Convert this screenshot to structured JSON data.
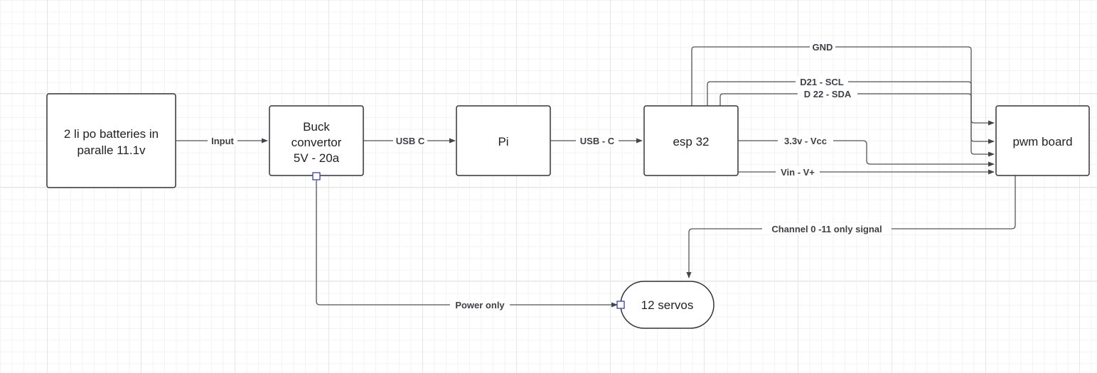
{
  "nodes": {
    "batteries": {
      "line1": "2 li po batteries in",
      "line2": "paralle 11.1v"
    },
    "buck": {
      "line1": "Buck",
      "line2": "convertor",
      "line3": "5V - 20a"
    },
    "pi": {
      "label": "Pi"
    },
    "esp32": {
      "label": "esp 32"
    },
    "pwm": {
      "label": "pwm board"
    },
    "servos": {
      "label": "12 servos"
    }
  },
  "edges": {
    "input": "Input",
    "usb_c_1": "USB C",
    "usb_c_2": "USB - C",
    "gnd": "GND",
    "scl": "D21 - SCL",
    "sda": "D 22 - SDA",
    "vcc": "3.3v - Vcc",
    "vin": "Vin - V+",
    "channel": "Channel 0 -11 only signal",
    "power": "Power only"
  },
  "colors": {
    "stroke": "#34353a",
    "line": "#55565a",
    "port": "#3b3f9e"
  }
}
